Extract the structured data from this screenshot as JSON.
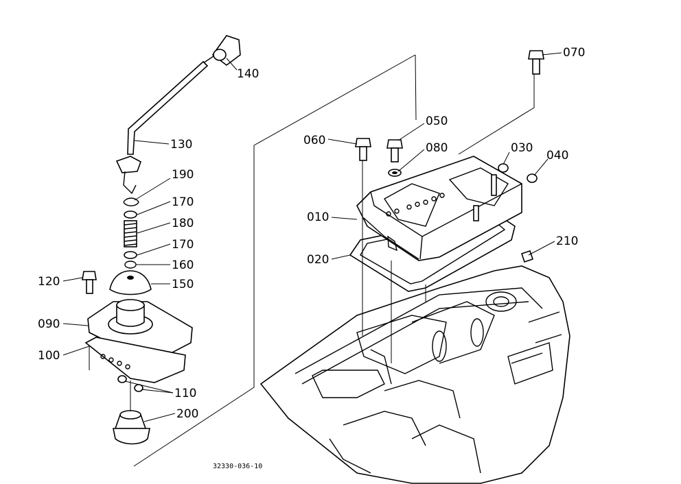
{
  "diagram_code": "32330-036-10",
  "labels": {
    "p010": "010",
    "p020": "020",
    "p030": "030",
    "p040": "040",
    "p050": "050",
    "p060": "060",
    "p070": "070",
    "p080": "080",
    "p090": "090",
    "p100": "100",
    "p110": "110",
    "p120": "120",
    "p130": "130",
    "p140": "140",
    "p150": "150",
    "p160": "160",
    "p170a": "170",
    "p170b": "170",
    "p180": "180",
    "p190": "190",
    "p200": "200",
    "p210": "210"
  }
}
